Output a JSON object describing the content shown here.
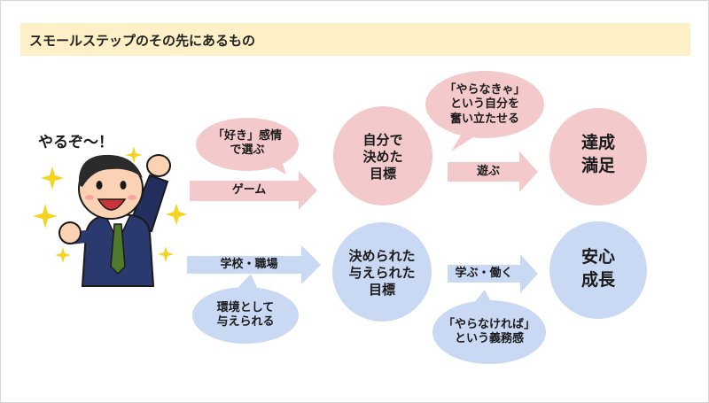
{
  "title": "スモールステップのその先にあるもの",
  "person": {
    "exclaim": "やるぞ～！",
    "illustration": "cheering-businessman"
  },
  "upper": {
    "bubble_top": "「好き」感情\nで選ぶ",
    "arrow1_label": "ゲーム",
    "goal_circle": "自分で\n決めた\n目標",
    "bubble_mid": "「やらなきゃ」\nという自分を\n奮い立たせる",
    "arrow2_label": "遊ぶ",
    "result_circle": "達成\n満足"
  },
  "lower": {
    "arrow1_label": "学校・職場",
    "bubble_bottom": "環境として\n与えられる",
    "goal_circle": "決められた\n与えられた\n目標",
    "arrow2_label": "学ぶ・働く",
    "bubble_mid": "「やらなければ」\nという義務感",
    "result_circle": "安心\n成長"
  },
  "colors": {
    "title_bg": "#fdf0c6",
    "pink": "#f4c9cb",
    "blue": "#c9d9f3",
    "sparkle": "#f6d31e"
  }
}
